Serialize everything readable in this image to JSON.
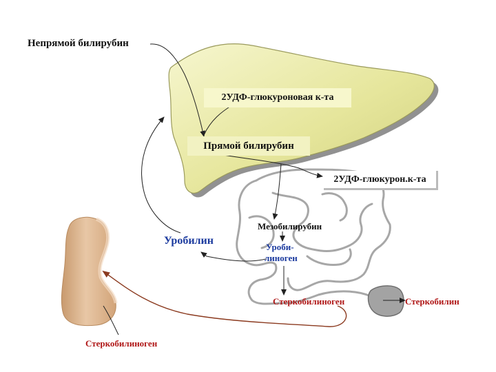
{
  "labels": {
    "indirect_bilirubin": "Непрямой билирубин",
    "udp_glucuronic_acid": "2УДФ-глюкуроновая к-та",
    "direct_bilirubin": "Прямой билирубин",
    "udp_glucuronic_short": "2УДФ-глюкурон.к-та",
    "mesobilirubin": "Мезобилирубин",
    "urobilin": "Уробилин",
    "urobilinogen_line1": "Уроби-",
    "urobilinogen_line2": "линоген",
    "stercobilinogen_intestine": "Стеркобилиноген",
    "stercobilin": "Стеркобилин",
    "stercobilinogen_kidney": "Стеркобилиноген"
  },
  "colors": {
    "liver_fill": "#e6e69c",
    "liver_highlight": "#f6f6cf",
    "liver_shadow": "#7e7e7e",
    "kidney_fill": "#d9ae86",
    "kidney_highlight": "#f1d6bc",
    "intestine_stroke": "#a7a7a7",
    "rectum_fill": "#a3a3a3",
    "label_blue": "#1b3a9e",
    "label_red": "#b01818",
    "arrow_black": "#222222",
    "arrow_brown": "#8b3a1f"
  }
}
